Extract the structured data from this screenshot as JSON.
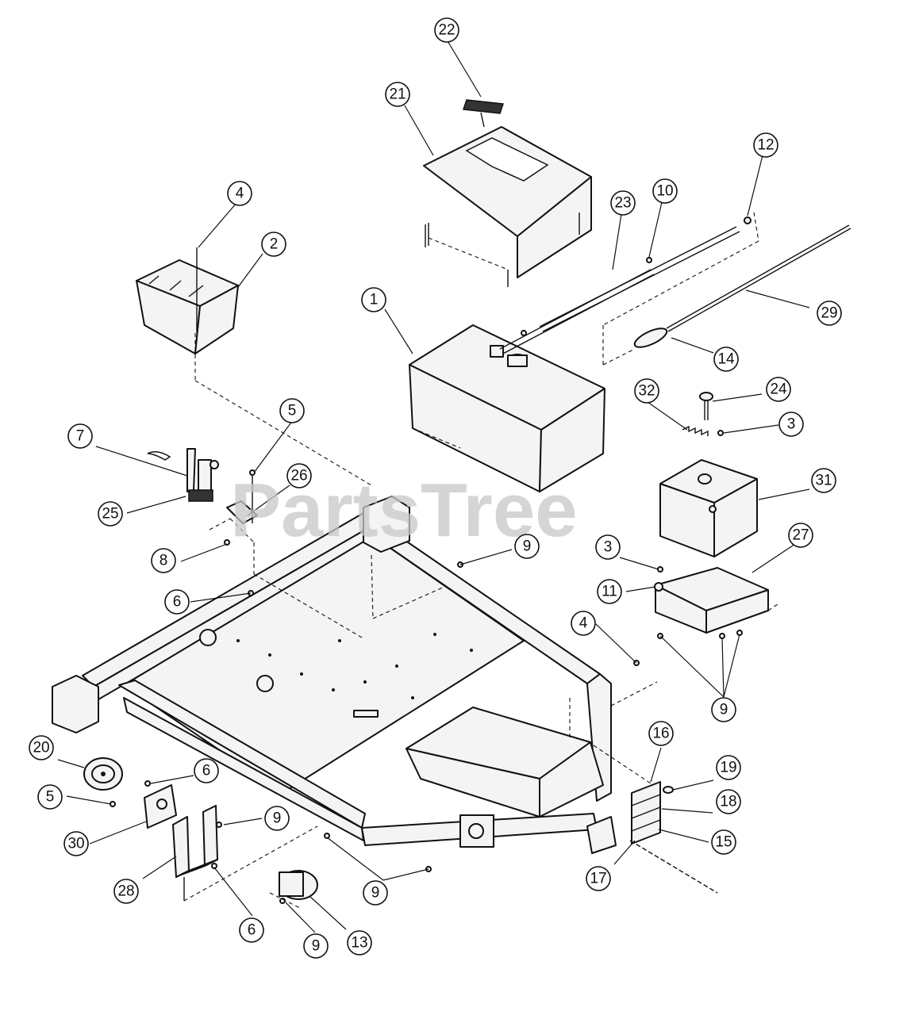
{
  "watermark": "PartsTree",
  "callouts": [
    {
      "id": "c22a",
      "label": "22"
    },
    {
      "id": "c21",
      "label": "21"
    },
    {
      "id": "c12",
      "label": "12"
    },
    {
      "id": "c10",
      "label": "10"
    },
    {
      "id": "c23",
      "label": "23"
    },
    {
      "id": "c4a",
      "label": "4"
    },
    {
      "id": "c2",
      "label": "2"
    },
    {
      "id": "c1",
      "label": "1"
    },
    {
      "id": "c29",
      "label": "29"
    },
    {
      "id": "c14",
      "label": "14"
    },
    {
      "id": "c32",
      "label": "32"
    },
    {
      "id": "c24",
      "label": "24"
    },
    {
      "id": "c3a",
      "label": "3"
    },
    {
      "id": "c5a",
      "label": "5"
    },
    {
      "id": "c7",
      "label": "7"
    },
    {
      "id": "c26",
      "label": "26"
    },
    {
      "id": "c31",
      "label": "31"
    },
    {
      "id": "c25",
      "label": "25"
    },
    {
      "id": "c27",
      "label": "27"
    },
    {
      "id": "c8",
      "label": "8"
    },
    {
      "id": "c9a",
      "label": "9"
    },
    {
      "id": "c3b",
      "label": "3"
    },
    {
      "id": "c11",
      "label": "11"
    },
    {
      "id": "c6a",
      "label": "6"
    },
    {
      "id": "c4b",
      "label": "4"
    },
    {
      "id": "c9b",
      "label": "9"
    },
    {
      "id": "c16",
      "label": "16"
    },
    {
      "id": "c20",
      "label": "20"
    },
    {
      "id": "c6b",
      "label": "6"
    },
    {
      "id": "c19",
      "label": "19"
    },
    {
      "id": "c5b",
      "label": "5"
    },
    {
      "id": "c18",
      "label": "18"
    },
    {
      "id": "c9c",
      "label": "9"
    },
    {
      "id": "c30",
      "label": "30"
    },
    {
      "id": "c15",
      "label": "15"
    },
    {
      "id": "c17",
      "label": "17"
    },
    {
      "id": "c28",
      "label": "28"
    },
    {
      "id": "c9d",
      "label": "9"
    },
    {
      "id": "c6c",
      "label": "6"
    },
    {
      "id": "c13",
      "label": "13"
    },
    {
      "id": "c9e",
      "label": "9"
    }
  ]
}
